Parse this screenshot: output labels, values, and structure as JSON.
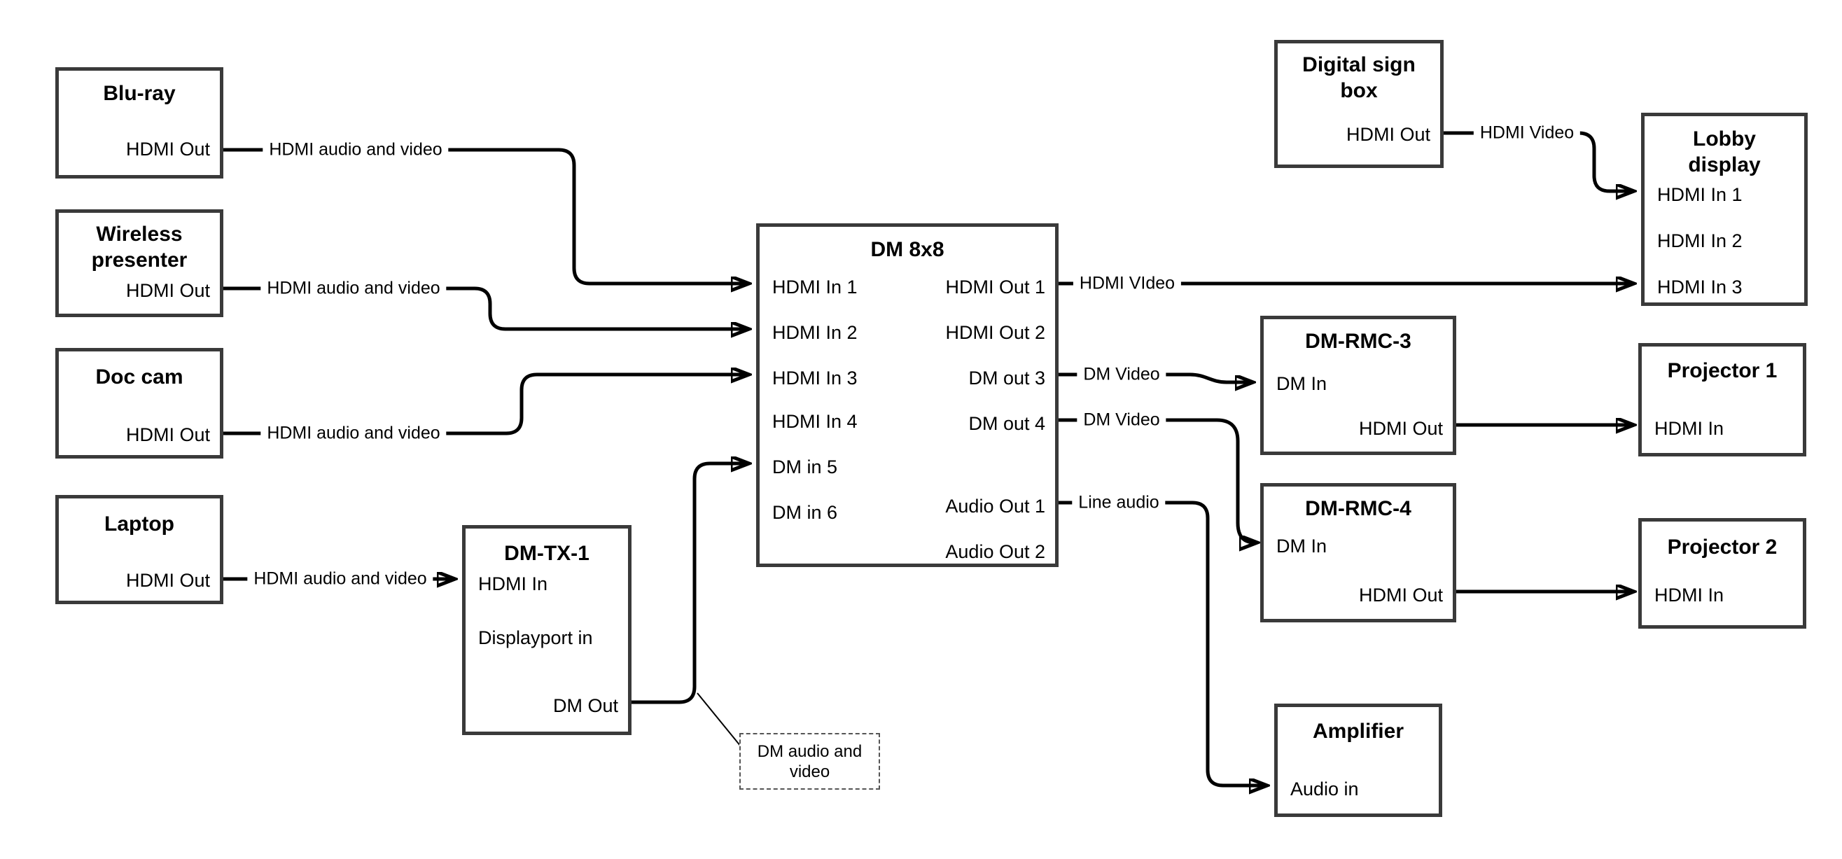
{
  "colors": {
    "background": "#ffffff",
    "wire": "#000000",
    "box_border": "#3a3a3a",
    "text": "#000000"
  },
  "nodes": {
    "bluray": {
      "title": "Blu-ray",
      "port_hdmi_out": "HDMI Out"
    },
    "wireless": {
      "title": "Wireless presenter",
      "port_hdmi_out": "HDMI Out"
    },
    "doccam": {
      "title": "Doc cam",
      "port_hdmi_out": "HDMI Out"
    },
    "laptop": {
      "title": "Laptop",
      "port_hdmi_out": "HDMI Out"
    },
    "dmtx": {
      "title": "DM-TX-1",
      "port_hdmi_in": "HDMI In",
      "port_dp_in": "Displayport in",
      "port_dm_out": "DM Out"
    },
    "dm8x8": {
      "title": "DM 8x8",
      "port_in1": "HDMI In 1",
      "port_in2": "HDMI In 2",
      "port_in3": "HDMI In 3",
      "port_in4": "HDMI In 4",
      "port_in5": "DM in 5",
      "port_in6": "DM in 6",
      "port_out1": "HDMI Out 1",
      "port_out2": "HDMI Out 2",
      "port_out3": "DM out 3",
      "port_out4": "DM out 4",
      "port_aout1": "Audio Out 1",
      "port_aout2": "Audio Out 2"
    },
    "signbox": {
      "title": "Digital sign box",
      "port_hdmi_out": "HDMI Out"
    },
    "lobby": {
      "title": "Lobby display",
      "port_in1": "HDMI In 1",
      "port_in2": "HDMI In 2",
      "port_in3": "HDMI In 3"
    },
    "rmc3": {
      "title": "DM-RMC-3",
      "port_dm_in": "DM In",
      "port_hdmi_out": "HDMI Out"
    },
    "proj1": {
      "title": "Projector 1",
      "port_hdmi_in": "HDMI In"
    },
    "rmc4": {
      "title": "DM-RMC-4",
      "port_dm_in": "DM In",
      "port_hdmi_out": "HDMI Out"
    },
    "proj2": {
      "title": "Projector 2",
      "port_hdmi_in": "HDMI In"
    },
    "amp": {
      "title": "Amplifier",
      "port_audio_in": "Audio in"
    }
  },
  "note": {
    "text": "DM audio and video"
  },
  "connections": [
    {
      "from": "bluray.hdmi_out",
      "to": "dm8x8.hdmi_in_1",
      "label": "HDMI audio and video"
    },
    {
      "from": "wireless.hdmi_out",
      "to": "dm8x8.hdmi_in_2",
      "label": "HDMI audio and video"
    },
    {
      "from": "doccam.hdmi_out",
      "to": "dm8x8.hdmi_in_3",
      "label": "HDMI audio and video"
    },
    {
      "from": "laptop.hdmi_out",
      "to": "dmtx.hdmi_in",
      "label": "HDMI audio and video"
    },
    {
      "from": "dmtx.dm_out",
      "to": "dm8x8.dm_in_5",
      "label": ""
    },
    {
      "from": "dm8x8.hdmi_out_1",
      "to": "lobby.hdmi_in_3",
      "label": "HDMI VIdeo"
    },
    {
      "from": "dm8x8.dm_out_3",
      "to": "rmc3.dm_in",
      "label": "DM Video"
    },
    {
      "from": "dm8x8.dm_out_4",
      "to": "rmc4.dm_in",
      "label": "DM Video"
    },
    {
      "from": "dm8x8.audio_out_1",
      "to": "amp.audio_in",
      "label": "Line audio"
    },
    {
      "from": "signbox.hdmi_out",
      "to": "lobby.hdmi_in_1",
      "label": "HDMI Video"
    },
    {
      "from": "rmc3.hdmi_out",
      "to": "proj1.hdmi_in",
      "label": ""
    },
    {
      "from": "rmc4.hdmi_out",
      "to": "proj2.hdmi_in",
      "label": ""
    }
  ]
}
